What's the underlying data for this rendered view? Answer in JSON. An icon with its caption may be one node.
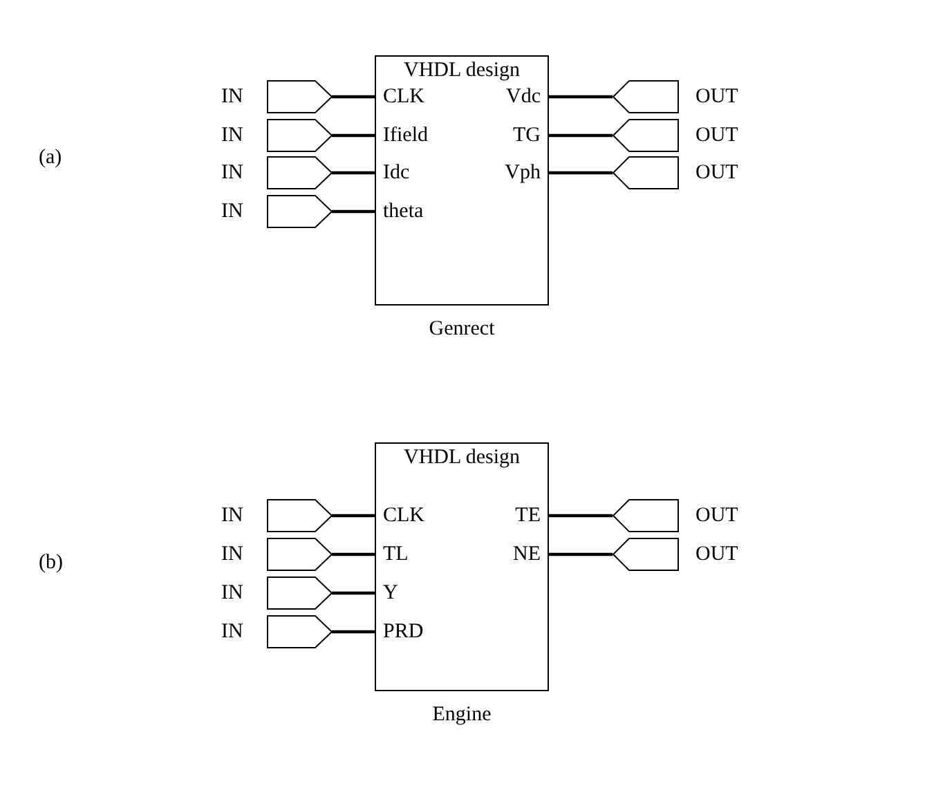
{
  "diagram": {
    "nodes": [
      {
        "text": [
          "VHDL design",
          "CLK",
          "Ifield",
          "Idc",
          "theta",
          "Vdc",
          "TG",
          "Vph"
        ],
        "beside": [
          "Genrect"
        ]
      },
      {
        "text": [
          "IN"
        ]
      },
      {
        "text": [
          "IN"
        ]
      },
      {
        "text": [
          "IN"
        ]
      },
      {
        "text": [
          "IN"
        ]
      },
      {
        "text": [
          "OUT"
        ]
      },
      {
        "text": [
          "OUT"
        ]
      },
      {
        "text": [
          "OUT"
        ]
      },
      {
        "text": [
          "VHDL design",
          "CLK",
          "TL",
          "Y",
          "PRD",
          "TE",
          "NE"
        ],
        "beside": [
          "Engine"
        ]
      },
      {
        "text": [
          "IN"
        ]
      },
      {
        "text": [
          "IN"
        ]
      },
      {
        "text": [
          "IN"
        ]
      },
      {
        "text": [
          "IN"
        ]
      },
      {
        "text": [
          "OUT"
        ]
      },
      {
        "text": [
          "OUT"
        ]
      }
    ],
    "edges": [
      {
        "from": 1,
        "to": 0,
        "arrow": "none"
      },
      {
        "from": 2,
        "to": 0,
        "arrow": "none"
      },
      {
        "from": 3,
        "to": 0,
        "arrow": "none"
      },
      {
        "from": 4,
        "to": 0,
        "arrow": "none"
      },
      {
        "from": 0,
        "to": 5,
        "arrow": "none"
      },
      {
        "from": 0,
        "to": 6,
        "arrow": "none"
      },
      {
        "from": 0,
        "to": 7,
        "arrow": "none"
      },
      {
        "from": 9,
        "to": 8,
        "arrow": "none"
      },
      {
        "from": 10,
        "to": 8,
        "arrow": "none"
      },
      {
        "from": 11,
        "to": 8,
        "arrow": "none"
      },
      {
        "from": 12,
        "to": 8,
        "arrow": "none"
      },
      {
        "from": 8,
        "to": 13,
        "arrow": "none"
      },
      {
        "from": 8,
        "to": 14,
        "arrow": "none"
      }
    ],
    "labels": [
      "(a)",
      "(b)"
    ]
  }
}
